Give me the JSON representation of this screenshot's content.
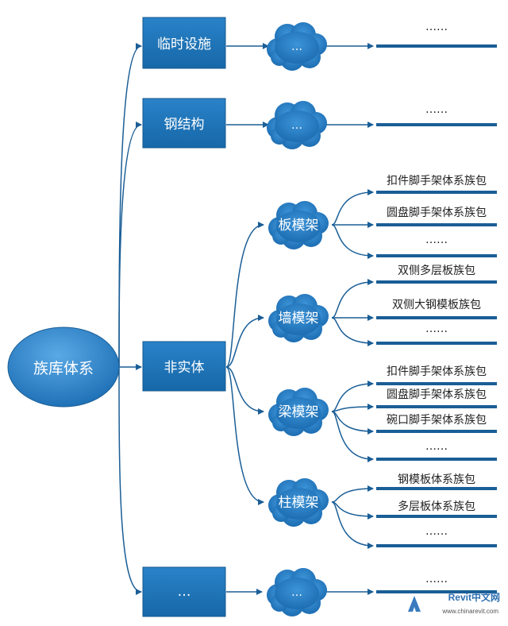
{
  "root": {
    "label": "族库体系"
  },
  "categories": [
    {
      "label": "临时设施",
      "leaves": [
        "……"
      ]
    },
    {
      "label": "钢结构",
      "leaves": [
        "……"
      ]
    },
    {
      "label": "非实体",
      "leaves": []
    },
    {
      "label": "…",
      "leaves": [
        "……"
      ]
    }
  ],
  "cloud_nodes": [
    {
      "label": "…"
    },
    {
      "label": "…"
    },
    {
      "label": "板模架",
      "leaves": [
        "扣件脚手架体系族包",
        "圆盘脚手架体系族包",
        "……"
      ]
    },
    {
      "label": "墙模架",
      "leaves": [
        "双侧多层板族包",
        "双侧大钢模板族包",
        "……"
      ]
    },
    {
      "label": "梁模架",
      "leaves": [
        "扣件脚手架体系族包",
        "圆盘脚手架体系族包",
        "碗口脚手架体系族包",
        "……"
      ]
    },
    {
      "label": "柱模架",
      "leaves": [
        "钢模板体系族包",
        "多层板体系族包",
        "……"
      ]
    },
    {
      "label": "…"
    }
  ],
  "watermark": {
    "brand": "Revit中文网",
    "url": "www.chinarevit.com"
  },
  "colors": {
    "box": "#1d72b8",
    "box_border": "#15598f",
    "cloud": "#1e78c0",
    "line": "#1a5e96",
    "leaf_bar": "#1a5e96"
  }
}
